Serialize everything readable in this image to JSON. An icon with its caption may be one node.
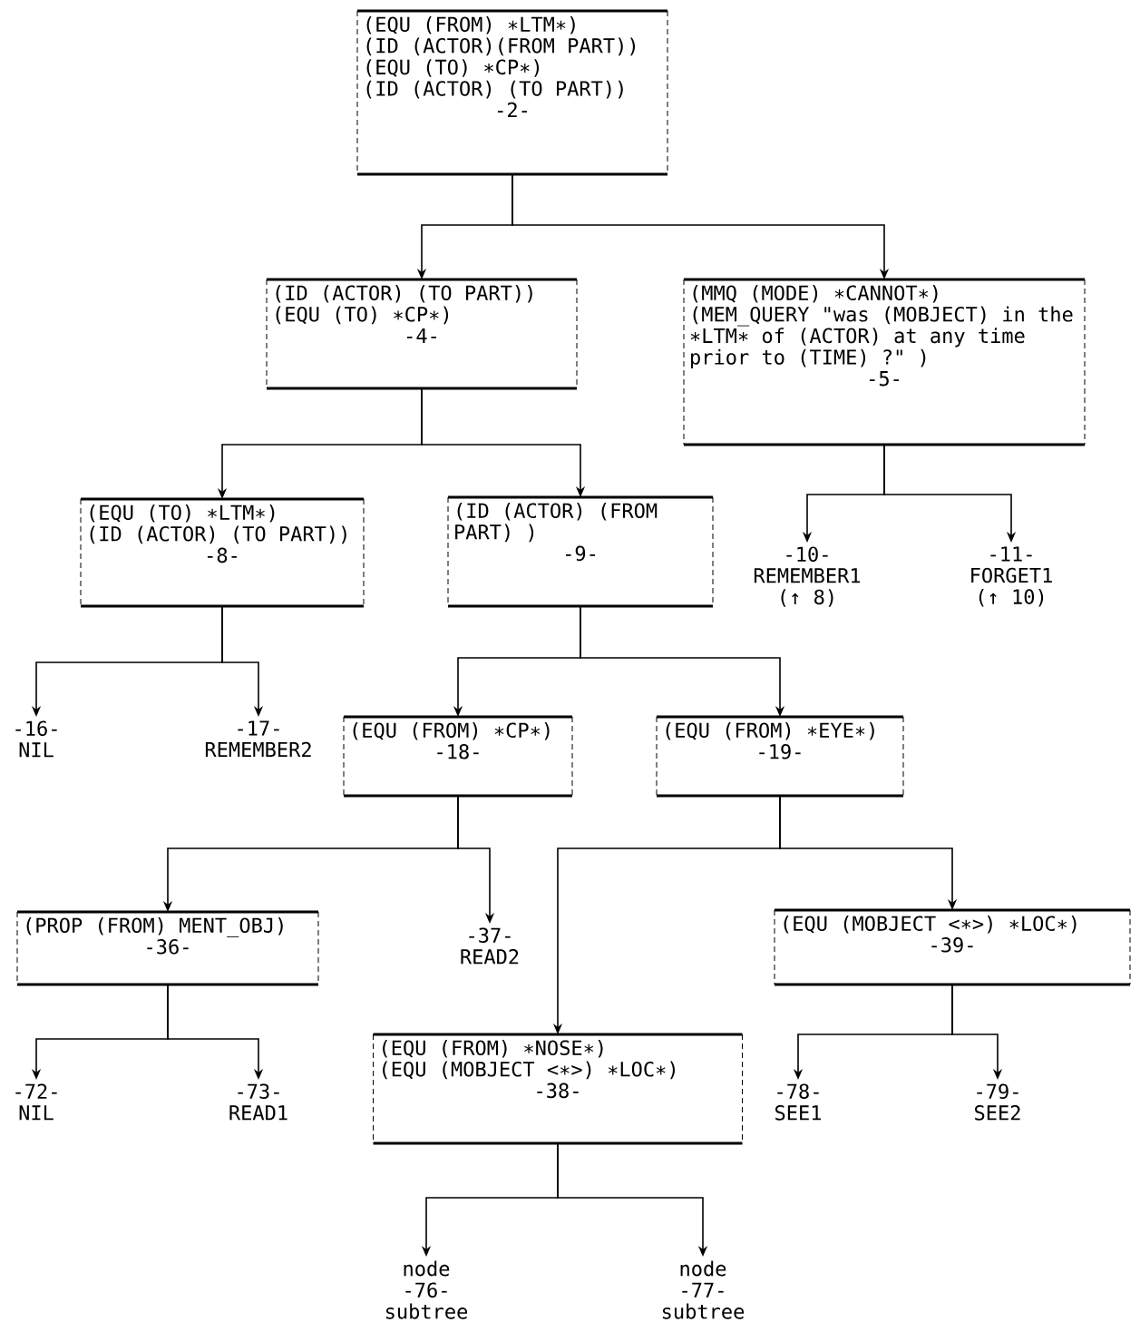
{
  "diagram": {
    "nodes": [
      {
        "text": [
          "(EQU (FROM) ∗LTM∗)",
          "(ID (ACTOR)(FROM PART))",
          "(EQU (TO) ∗CP∗)",
          "(ID (ACTOR) (TO PART))",
          "-2-"
        ]
      },
      {
        "text": [
          "(ID (ACTOR) (TO PART))",
          "(EQU (TO) ∗CP∗)",
          "-4-"
        ]
      },
      {
        "text": [
          "(MMQ (MODE) ∗CANNOT∗)",
          "(MEM_QUERY \"was (MOBJECT) in the ∗LTM∗ of (ACTOR) at any time prior to (TIME) ?\" )",
          "-5-"
        ]
      },
      {
        "text": [
          "(EQU (TO) ∗LTM∗)",
          "(ID (ACTOR) (TO PART))",
          "-8-"
        ]
      },
      {
        "text": [
          "(ID (ACTOR) (FROM PART) )",
          "-9-"
        ]
      },
      {
        "text": [
          "-10-",
          "REMEMBER1",
          "(↑ 8)"
        ]
      },
      {
        "text": [
          "-11-",
          "FORGET1",
          "(↑ 10)"
        ]
      },
      {
        "text": [
          "-16-",
          "NIL"
        ]
      },
      {
        "text": [
          "-17-",
          "REMEMBER2"
        ]
      },
      {
        "text": [
          "(EQU (FROM) ∗CP∗)",
          "-18-"
        ]
      },
      {
        "text": [
          "(EQU (FROM) ∗EYE∗)",
          "-19-"
        ]
      },
      {
        "text": [
          "(PROP (FROM) MENT_OBJ)",
          "-36-"
        ]
      },
      {
        "text": [
          "-37-",
          "READ2"
        ]
      },
      {
        "text": [
          "(EQU (MOBJECT <∗>) ∗LOC∗)",
          "-39-"
        ]
      },
      {
        "text": [
          "-72-",
          "NIL"
        ]
      },
      {
        "text": [
          "-73-",
          "READ1"
        ]
      },
      {
        "text": [
          "(EQU (FROM) ∗NOSE∗)",
          "(EQU (MOBJECT <∗>) ∗LOC∗)",
          "-38-"
        ]
      },
      {
        "text": [
          "-78-",
          "SEE1"
        ]
      },
      {
        "text": [
          "-79-",
          "SEE2"
        ]
      },
      {
        "text": [
          "node",
          "-76-",
          "subtree"
        ]
      },
      {
        "text": [
          "node",
          "-77-",
          "subtree"
        ]
      }
    ],
    "edges": [
      {
        "from": 0,
        "to": 1,
        "arrow": "to"
      },
      {
        "from": 0,
        "to": 2,
        "arrow": "to"
      },
      {
        "from": 1,
        "to": 3,
        "arrow": "to"
      },
      {
        "from": 1,
        "to": 4,
        "arrow": "to"
      },
      {
        "from": 2,
        "to": 5,
        "arrow": "to"
      },
      {
        "from": 2,
        "to": 6,
        "arrow": "to"
      },
      {
        "from": 3,
        "to": 7,
        "arrow": "to"
      },
      {
        "from": 3,
        "to": 8,
        "arrow": "to"
      },
      {
        "from": 4,
        "to": 9,
        "arrow": "to"
      },
      {
        "from": 4,
        "to": 10,
        "arrow": "to"
      },
      {
        "from": 9,
        "to": 11,
        "arrow": "to"
      },
      {
        "from": 9,
        "to": 12,
        "arrow": "to"
      },
      {
        "from": 10,
        "to": 16,
        "arrow": "to"
      },
      {
        "from": 10,
        "to": 13,
        "arrow": "to"
      },
      {
        "from": 11,
        "to": 14,
        "arrow": "to"
      },
      {
        "from": 11,
        "to": 15,
        "arrow": "to"
      },
      {
        "from": 13,
        "to": 17,
        "arrow": "to"
      },
      {
        "from": 13,
        "to": 18,
        "arrow": "to"
      },
      {
        "from": 16,
        "to": 19,
        "arrow": "to"
      },
      {
        "from": 16,
        "to": 20,
        "arrow": "to"
      }
    ]
  }
}
